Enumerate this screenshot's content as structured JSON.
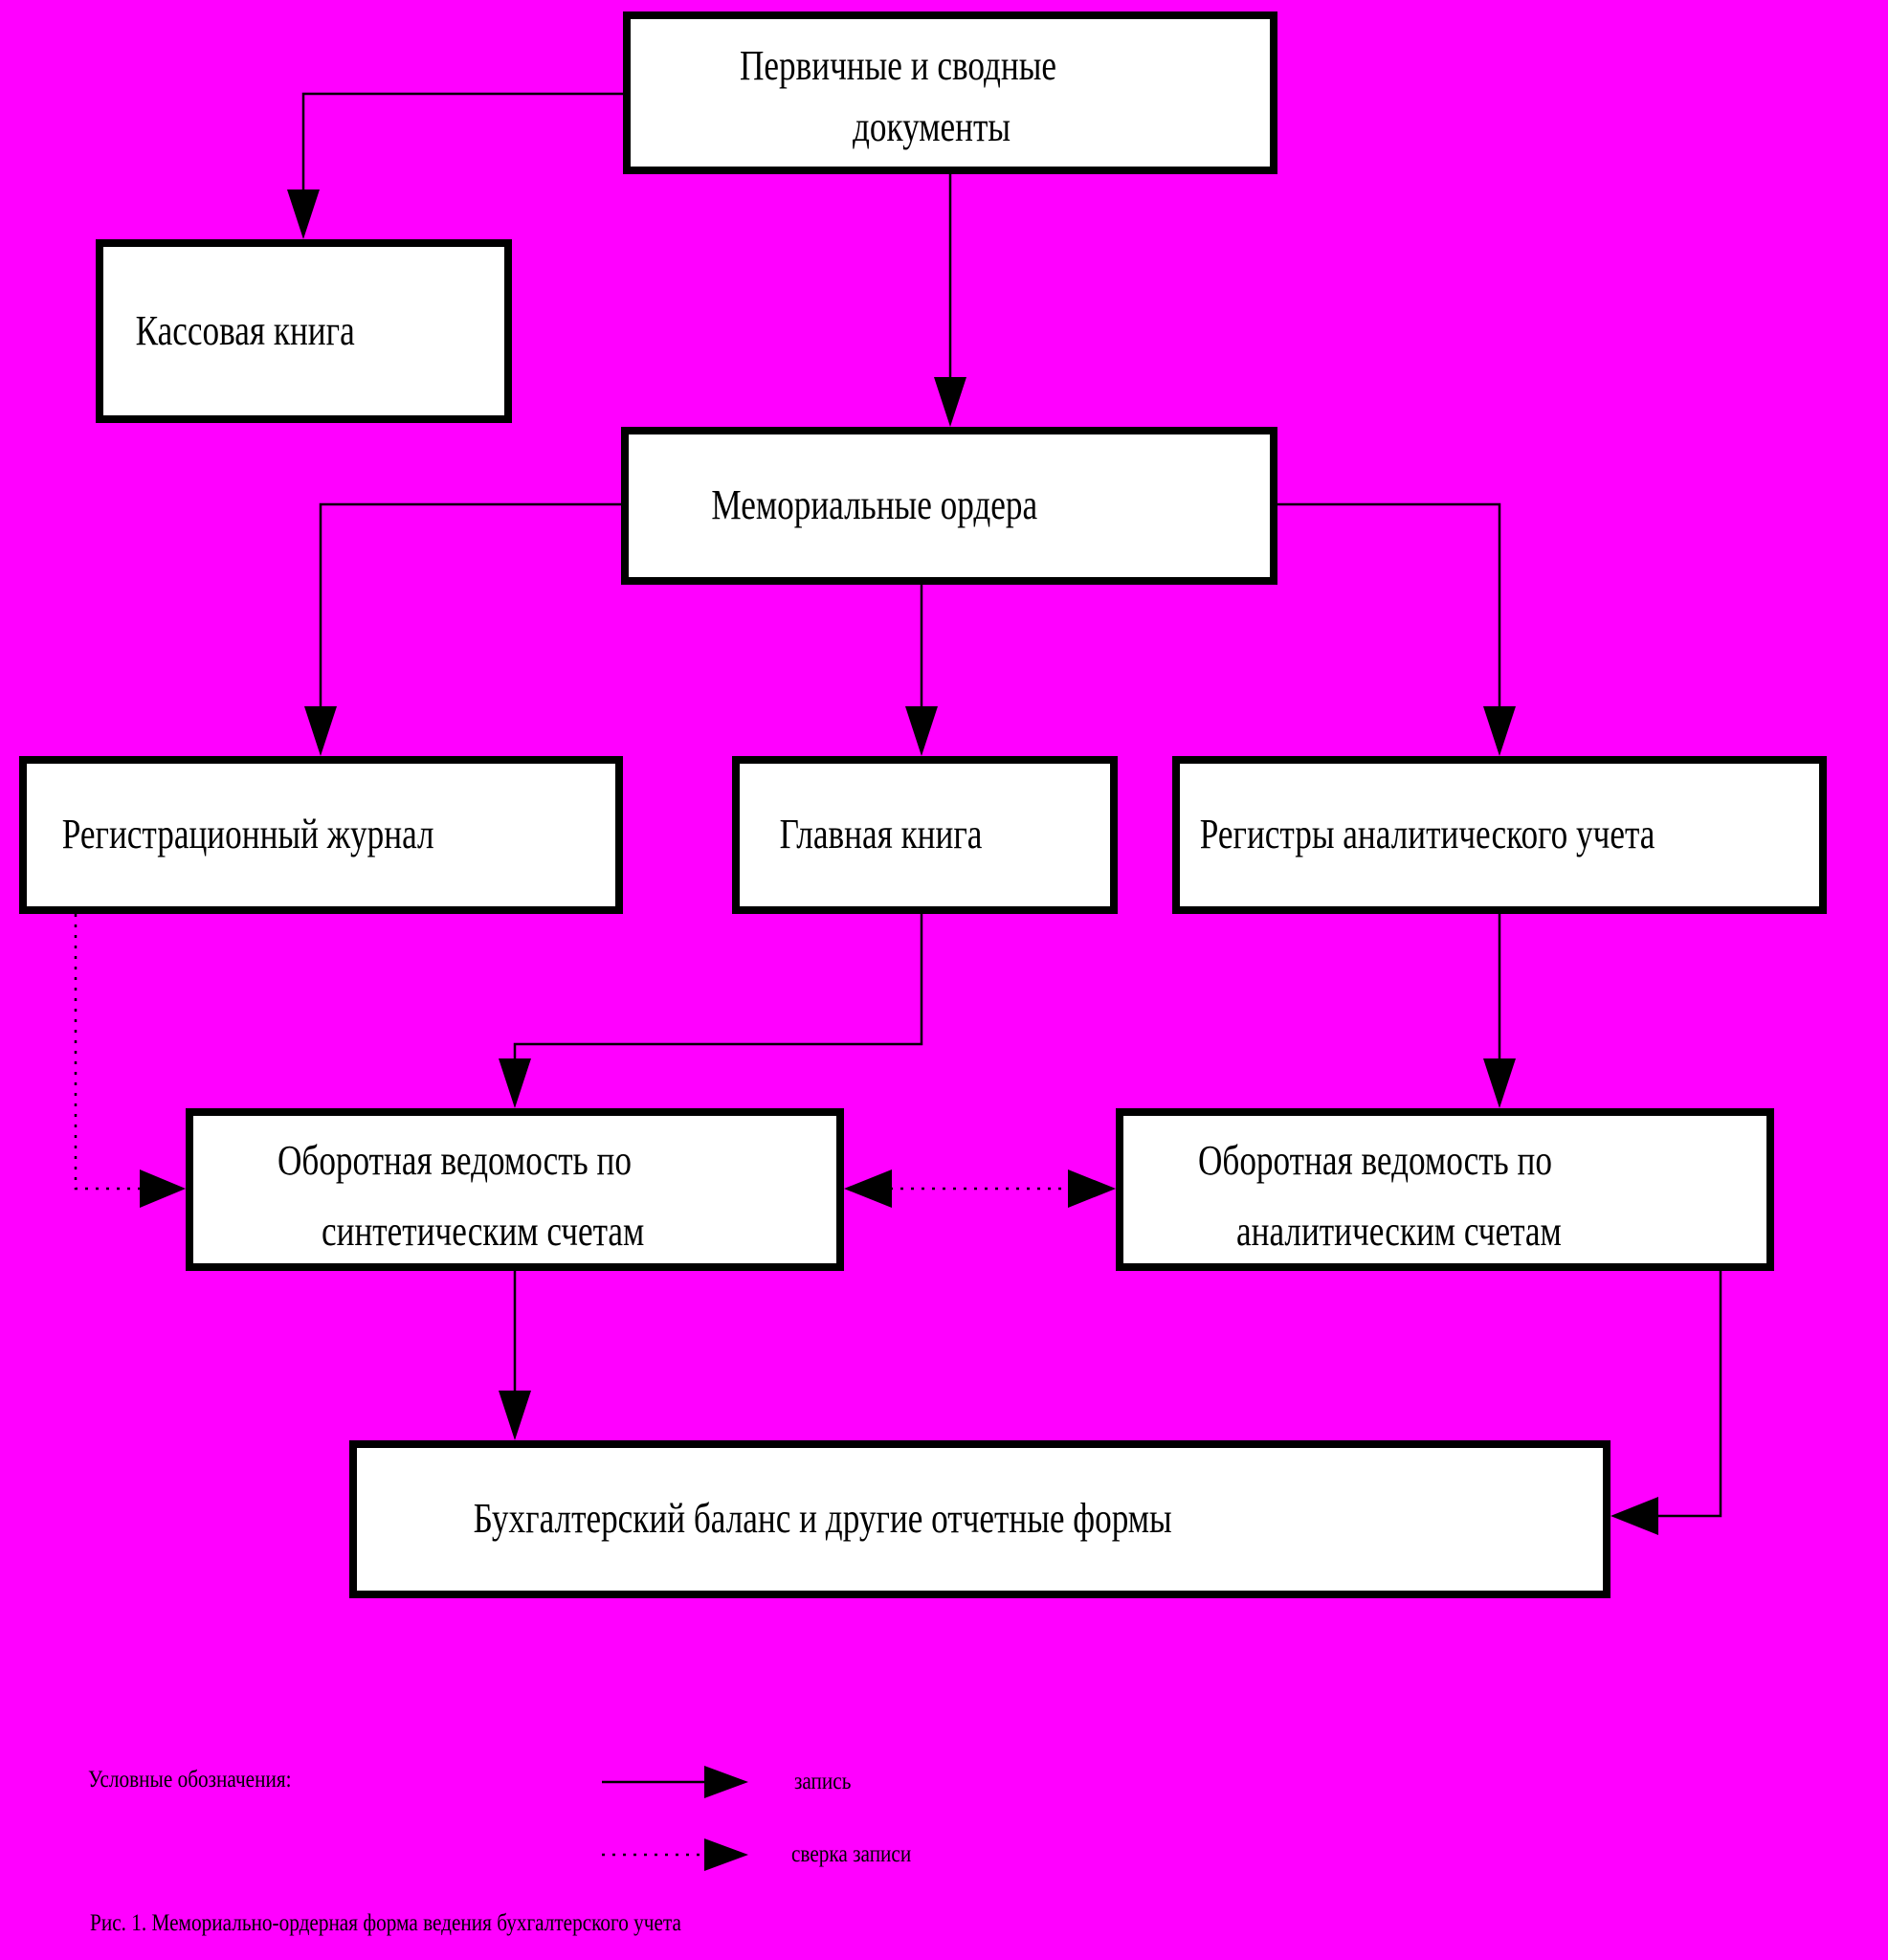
{
  "colors": {
    "background": "#FF00FF",
    "box_fill": "#FFFFFF",
    "box_border": "#000000",
    "line": "#000000",
    "text": "#000000"
  },
  "boxes": {
    "primary_docs": {
      "line1": "Первичные и сводные",
      "line2": "документы"
    },
    "cash_book": {
      "label": "Кассовая книга"
    },
    "memorial_orders": {
      "label": "Мемориальные ордера"
    },
    "registration_journal": {
      "label": "Регистрационный журнал"
    },
    "general_ledger": {
      "label": "Главная книга"
    },
    "analytical_registers": {
      "label": "Регистры аналитического учета"
    },
    "turnover_synthetic": {
      "line1": "Оборотная ведомость по",
      "line2": "синтетическим счетам"
    },
    "turnover_analytical": {
      "line1": "Оборотная ведомость по",
      "line2": "аналитическим счетам"
    },
    "balance_sheet": {
      "label": "Бухгалтерский баланс и другие отчетные формы"
    }
  },
  "legend": {
    "title": "Условные обозначения:",
    "items": [
      {
        "symbol": "solid-arrow-icon",
        "label": "запись"
      },
      {
        "symbol": "dotted-arrow-icon",
        "label": "сверка записи"
      }
    ]
  },
  "caption": "Рис. 1. Мемориально-ордерная форма ведения бухгалтерского учета"
}
